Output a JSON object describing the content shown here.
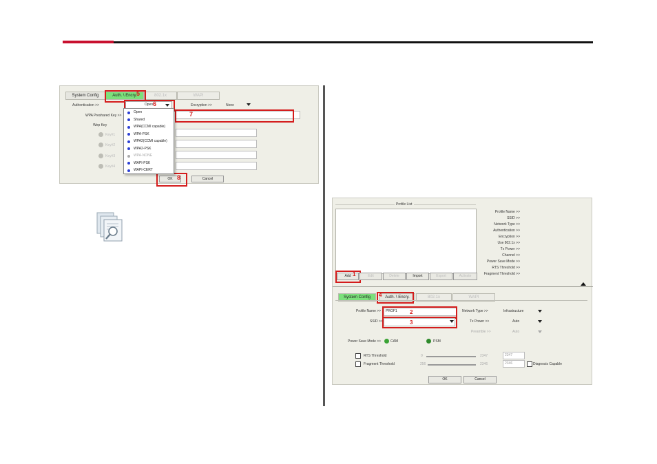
{
  "left_panel": {
    "tabs": [
      {
        "label": "System Config",
        "state": "normal"
      },
      {
        "label": "Auth. \\ Encry.",
        "state": "active"
      },
      {
        "label": "802.1x",
        "state": "disabled"
      },
      {
        "label": "WAPI",
        "state": "disabled"
      }
    ],
    "authentication_label": "Authentication >>",
    "authentication_value": "Open",
    "encryption_label": "Encryption >>",
    "encryption_value": "None",
    "wpa_key_label": "WPA Preshared Key >>",
    "wep_key_label": "Wep Key",
    "wep_keys": [
      "Key#1",
      "Key#2",
      "Key#3",
      "Key#4"
    ],
    "auth_options": [
      "Open",
      "Shared",
      "WPA(CCMI capable)",
      "WPA-PSK",
      "WPA2(CCMI capable)",
      "WPA2-PSK",
      "WPA-NONE",
      "WAPI-PSK",
      "WAPI-CERT"
    ],
    "ok_label": "OK",
    "cancel_label": "Cancel",
    "markers": [
      "5",
      "6",
      "7",
      "8"
    ]
  },
  "right_panel": {
    "profile_list_title": "Profile List",
    "profile_fields": [
      "Profile Name >>",
      "SSID >>",
      "Network Type >>",
      "Authentication >>",
      "Encryption >>",
      "Use 802.1x >>",
      "Tx Power >>",
      "Channel >>",
      "Power Save Mode >>",
      "RTS Threshold >>",
      "Fragment Threshold >>"
    ],
    "buttons": [
      {
        "label": "Add",
        "state": "normal"
      },
      {
        "label": "Edit",
        "state": "disabled"
      },
      {
        "label": "Delete",
        "state": "disabled"
      },
      {
        "label": "Import",
        "state": "normal"
      },
      {
        "label": "Export",
        "state": "disabled"
      },
      {
        "label": "Activate",
        "state": "disabled"
      }
    ],
    "tabs": [
      {
        "label": "System Config",
        "state": "active"
      },
      {
        "label": "Auth. \\ Encry.",
        "state": "normal"
      },
      {
        "label": "802.1x",
        "state": "disabled"
      },
      {
        "label": "WAPI",
        "state": "disabled"
      }
    ],
    "profile_name_label": "Profile Name >>",
    "profile_name_value": "PROF1",
    "ssid_label": "SSID >>",
    "network_type_label": "Network Type >>",
    "network_type_value": "Infrastructure",
    "tx_power_label": "Tx Power >>",
    "tx_power_value": "Auto",
    "preamble_label": "Preamble >>",
    "preamble_value": "Auto",
    "power_save_label": "Power Save Mode >>",
    "power_save_options": [
      "CAM",
      "PSM"
    ],
    "rts_label": "RTS Threshold",
    "rts_min": "0",
    "rts_max": "2347",
    "rts_value": "2347",
    "frag_label": "Fragment Threshold",
    "frag_min": "256",
    "frag_max": "2346",
    "frag_value": "2346",
    "diagnostics_label": "Diagnosis Capable",
    "ok_label": "OK",
    "cancel_label": "Cancel",
    "markers": [
      "1",
      "2",
      "3",
      "4"
    ]
  },
  "colors": {
    "accent_red": "#c8102e",
    "marker_red": "#d41c1c",
    "active_tab": "#7be07b",
    "radio_blue": "#2b3fd4"
  }
}
